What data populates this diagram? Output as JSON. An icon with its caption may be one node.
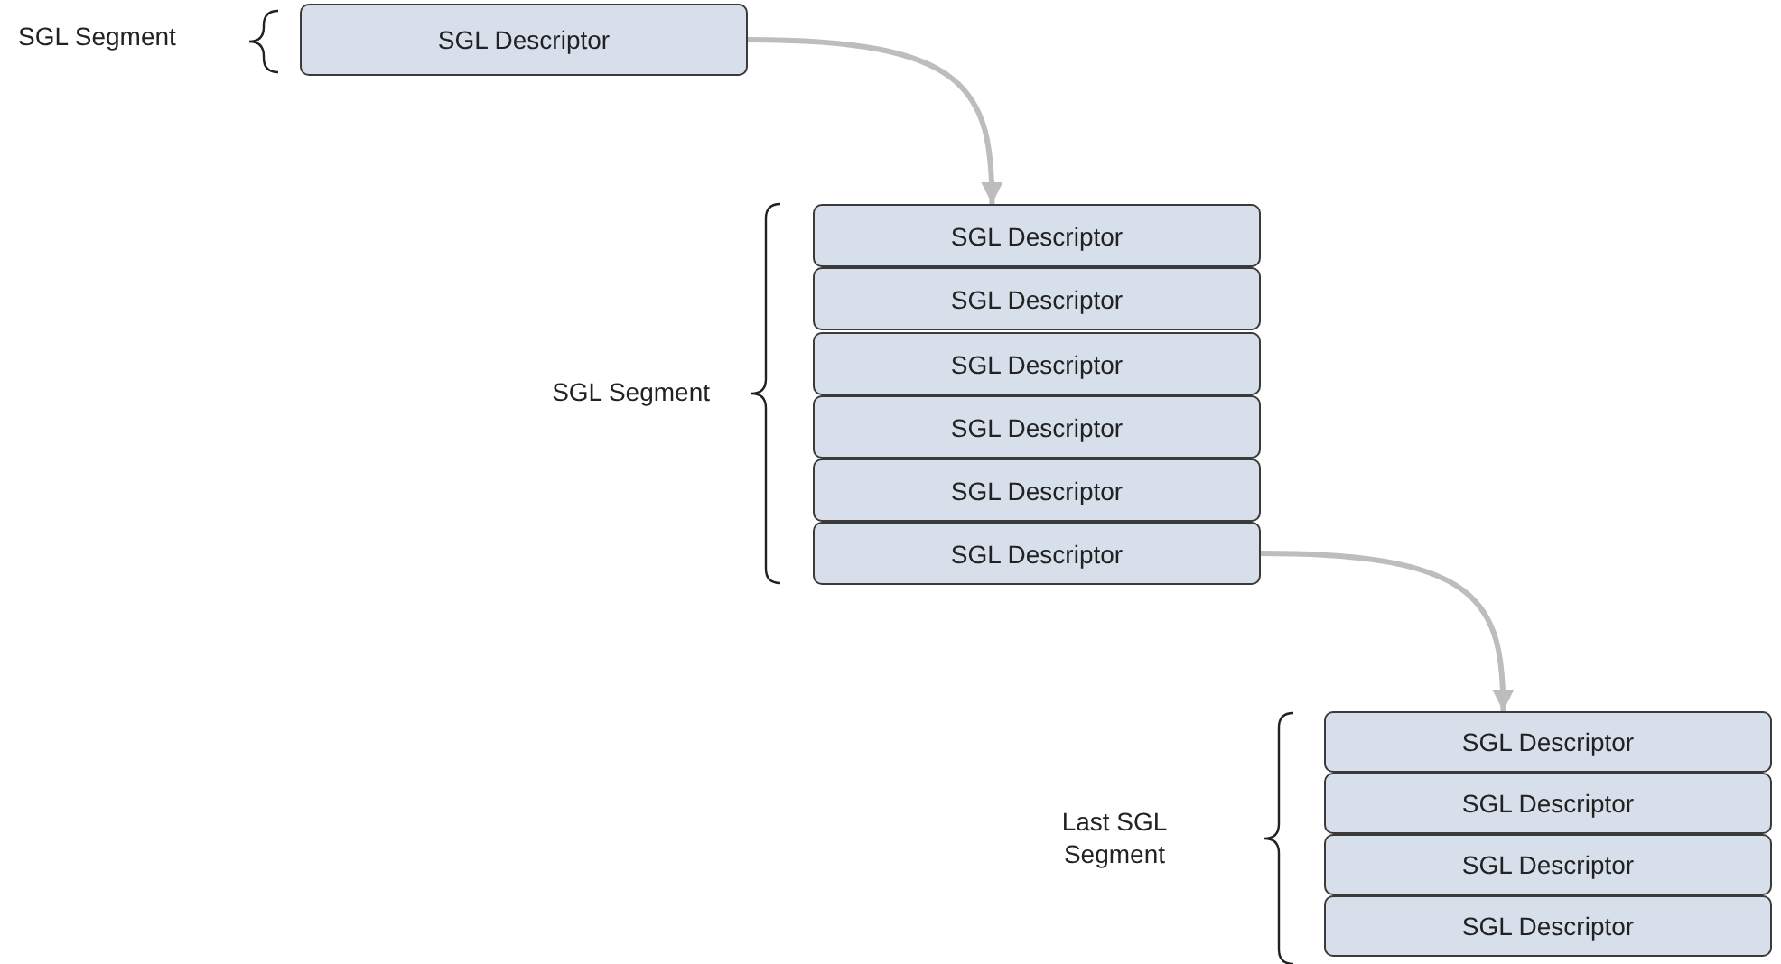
{
  "diagram": {
    "nodes": [
      {
        "text": [
          "SGL Descriptor"
        ]
      },
      {
        "text": [
          "SGL Descriptor"
        ]
      },
      {
        "text": [
          "SGL Descriptor"
        ]
      },
      {
        "text": [
          "SGL Descriptor"
        ]
      },
      {
        "text": [
          "SGL Descriptor"
        ]
      },
      {
        "text": [
          "SGL Descriptor"
        ]
      },
      {
        "text": [
          "SGL Descriptor"
        ]
      },
      {
        "text": [
          "SGL Descriptor"
        ]
      },
      {
        "text": [
          "SGL Descriptor"
        ]
      },
      {
        "text": [
          "SGL Descriptor"
        ]
      },
      {
        "text": [
          "SGL Descriptor"
        ]
      }
    ],
    "edges": [
      {
        "from": 0,
        "to": 1,
        "arrow": "to"
      },
      {
        "from": 6,
        "to": 7,
        "arrow": "to"
      }
    ],
    "labels": [
      "SGL Segment",
      "SGL Segment",
      "Last SGL Segment"
    ]
  }
}
